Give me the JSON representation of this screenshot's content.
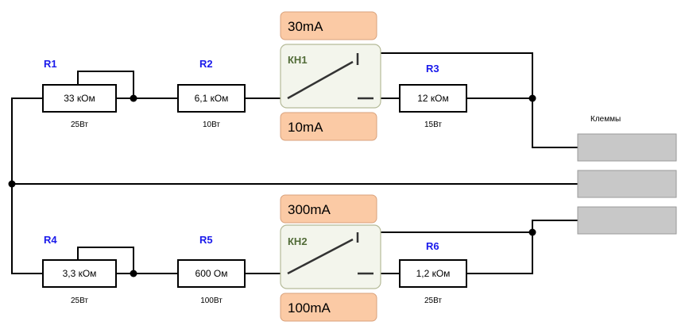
{
  "colors": {
    "label_blue": "#1a1aeb",
    "key_green": "#516b37",
    "key_fill": "#f3f5ec",
    "current_fill": "#fbcaa5",
    "terminal_fill": "#c8c8c8"
  },
  "resistors": {
    "r1": {
      "name": "R1",
      "value": "33 кОм",
      "power": "25Вт"
    },
    "r2": {
      "name": "R2",
      "value": "6,1 кОм",
      "power": "10Вт"
    },
    "r3": {
      "name": "R3",
      "value": "12 кОм",
      "power": "15Вт"
    },
    "r4": {
      "name": "R4",
      "value": "3,3 кОм",
      "power": "25Вт"
    },
    "r5": {
      "name": "R5",
      "value": "600 Ом",
      "power": "100Вт"
    },
    "r6": {
      "name": "R6",
      "value": "1,2 кОм",
      "power": "25Вт"
    }
  },
  "keys": {
    "kn1": {
      "name": "КН1",
      "upper_current": "30mA",
      "lower_current": "10mA"
    },
    "kn2": {
      "name": "КН2",
      "upper_current": "300mA",
      "lower_current": "100mA"
    }
  },
  "terminals": {
    "label": "Клеммы",
    "count": 3
  }
}
